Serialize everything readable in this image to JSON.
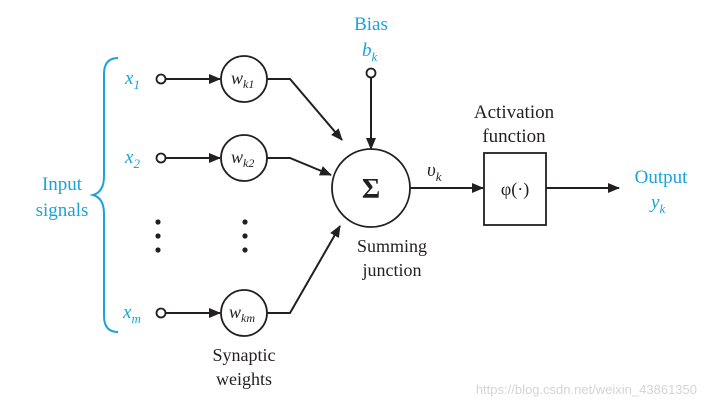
{
  "colors": {
    "accent": "#1aa3d9",
    "ink": "#231f20",
    "watermark": "#d4d4d4"
  },
  "inputs": {
    "label_line1": "Input",
    "label_line2": "signals",
    "x1": {
      "base": "x",
      "sub": "1"
    },
    "x2": {
      "base": "x",
      "sub": "2"
    },
    "xm": {
      "base": "x",
      "sub": "m"
    }
  },
  "weights": {
    "w1": {
      "base": "w",
      "sub": "k1"
    },
    "w2": {
      "base": "w",
      "sub": "k2"
    },
    "wm": {
      "base": "w",
      "sub": "km"
    },
    "caption_line1": "Synaptic",
    "caption_line2": "weights"
  },
  "bias": {
    "title": "Bias",
    "base": "b",
    "sub": "k"
  },
  "summing": {
    "symbol": "Σ",
    "caption_line1": "Summing",
    "caption_line2": "junction"
  },
  "induced_field": {
    "base": "υ",
    "sub": "k"
  },
  "activation": {
    "title_line1": "Activation",
    "title_line2": "function",
    "symbol": "φ(·)"
  },
  "output": {
    "title": "Output",
    "base": "y",
    "sub": "k"
  },
  "watermark": "https://blog.csdn.net/weixin_43861350"
}
